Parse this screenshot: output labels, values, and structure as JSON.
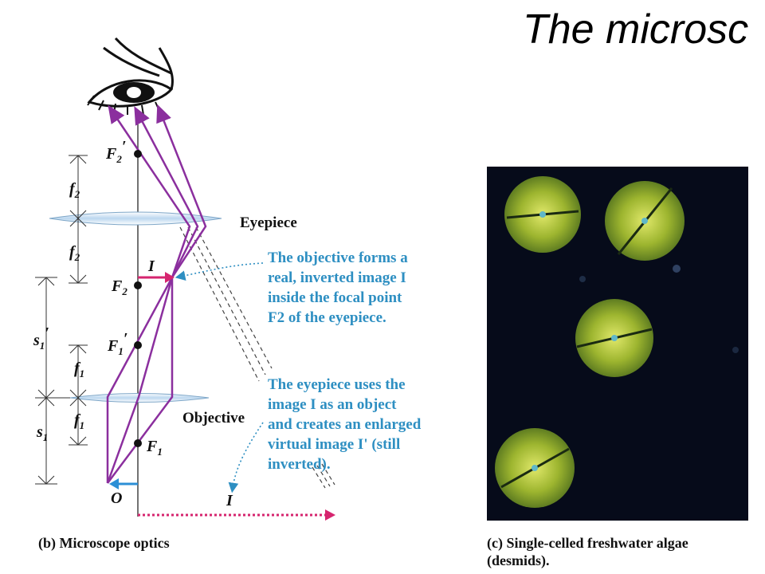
{
  "title": "The microsc",
  "labels": {
    "f2_prime": "F",
    "f2_prime_sub": "2",
    "f2_prime_mark": "′",
    "f2_upper": "f",
    "f2_upper_sub": "2",
    "f2_lower": "f",
    "f2_lower_sub": "2",
    "f2_point": "F",
    "f2_point_sub": "2",
    "image_i": "I",
    "s1_prime": "s",
    "s1_prime_sub": "1",
    "s1_prime_mark": "′",
    "f1_prime": "F",
    "f1_prime_sub": "1",
    "f1_prime_mark": "′",
    "f1_upper": "f",
    "f1_upper_sub": "1",
    "f1_lower": "f",
    "f1_lower_sub": "1",
    "s1": "s",
    "s1_sub": "1",
    "f1_point": "F",
    "f1_point_sub": "1",
    "object_o": "O",
    "image_i_virtual": "I",
    "eyepiece": "Eyepiece",
    "objective": "Objective"
  },
  "notes": {
    "objective_note": [
      "The objective forms a",
      "real, inverted image I",
      "inside the focal point",
      "F2 of the eyepiece."
    ],
    "eyepiece_note": [
      "The eyepiece uses the",
      "image I as an object",
      "and creates an enlarged",
      "virtual image I' (still",
      "inverted)."
    ]
  },
  "captions": {
    "b_label": "(b)",
    "b_text": "Microscope optics",
    "c_label": "(c)",
    "c_text_line1": "Single-celled freshwater algae",
    "c_text_line2": "(desmids)."
  },
  "colors": {
    "ray": "#8b2f9e",
    "image_arrow": "#d6256f",
    "object_arrow": "#2c8fd6",
    "note_text": "#2e8fc2",
    "lens": "#c9dff2"
  }
}
